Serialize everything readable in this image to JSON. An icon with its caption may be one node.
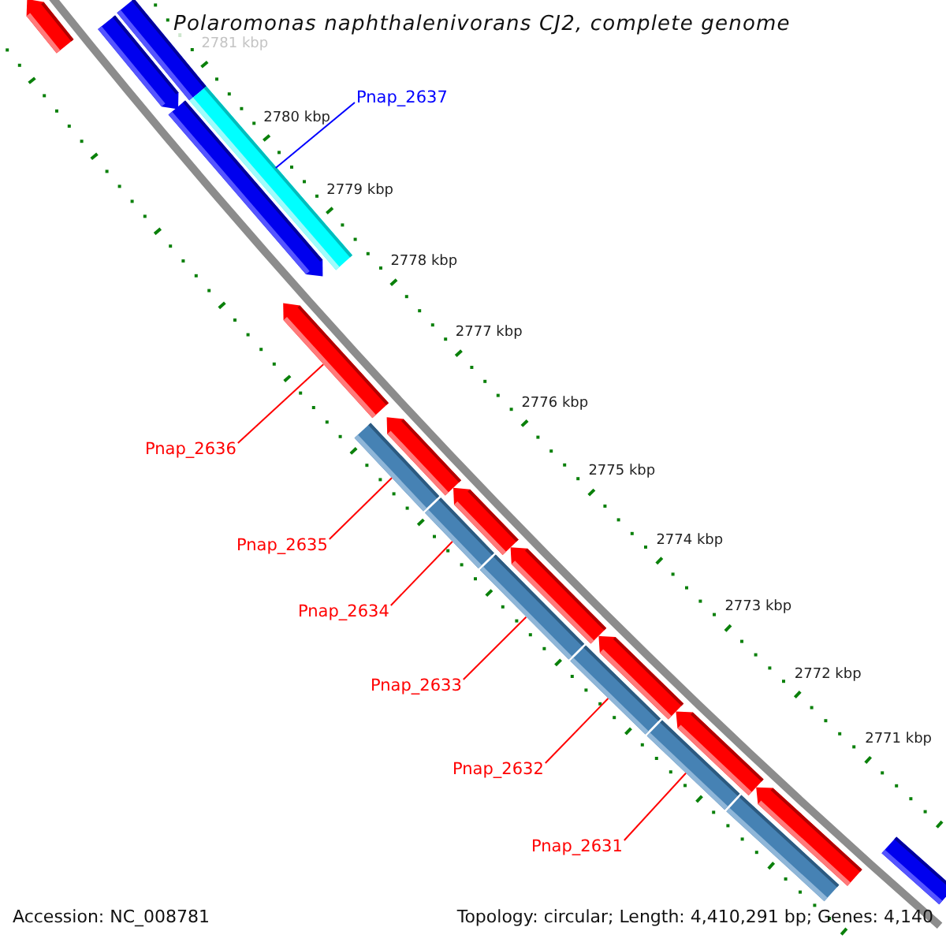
{
  "diagram": {
    "title": "Polaromonas naphthalenivorans CJ2, complete genome",
    "nodes": [
      {
        "text": [
          "Pnap_2637"
        ]
      },
      {
        "text": [],
        "shape": "bar"
      },
      {
        "text": [],
        "shape": "bar"
      },
      {
        "text": [],
        "shape": "bar"
      },
      {
        "text": [],
        "shape": "bar"
      },
      {
        "text": [],
        "shape": "bar"
      },
      {
        "text": [
          "Pnap_2636"
        ]
      },
      {
        "text": [],
        "shape": "bar"
      },
      {
        "text": [],
        "shape": "bar"
      },
      {
        "text": [],
        "shape": "bar"
      },
      {
        "text": [],
        "shape": "bar"
      },
      {
        "text": [],
        "shape": "bar"
      },
      {
        "text": [],
        "shape": "bar"
      },
      {
        "text": [],
        "shape": "bar"
      },
      {
        "text": [
          "Pnap_2635"
        ]
      },
      {
        "text": [],
        "shape": "bar"
      },
      {
        "text": [
          "Pnap_2634"
        ]
      },
      {
        "text": [],
        "shape": "bar"
      },
      {
        "text": [
          "Pnap_2633"
        ]
      },
      {
        "text": [],
        "shape": "bar"
      },
      {
        "text": [
          "Pnap_2632"
        ]
      },
      {
        "text": [],
        "shape": "bar"
      },
      {
        "text": [
          "Pnap_2631"
        ]
      },
      {
        "text": [],
        "shape": "bar"
      },
      {
        "text": [],
        "shape": "bar"
      },
      {
        "text": [],
        "shape": "bar"
      }
    ],
    "edges": [
      {
        "from": 0,
        "to": 5,
        "arrow": "none",
        "color": "#0000ff"
      },
      {
        "from": 6,
        "to": 7,
        "arrow": "none"
      },
      {
        "from": 14,
        "to": 15,
        "arrow": "none"
      },
      {
        "from": 16,
        "to": 17,
        "arrow": "none"
      },
      {
        "from": 18,
        "to": 19,
        "arrow": "none"
      },
      {
        "from": 20,
        "to": 21,
        "arrow": "none"
      },
      {
        "from": 22,
        "to": 23,
        "arrow": "none"
      }
    ],
    "labels": [
      "2781 kbp",
      "2780 kbp",
      "2779 kbp",
      "2778 kbp",
      "2777 kbp",
      "2776 kbp",
      "2775 kbp",
      "2774 kbp",
      "2773 kbp",
      "2772 kbp",
      "2771 kbp",
      "Accession: NC_008781",
      "Topology: circular; Length: 4,410,291 bp; Genes: 4,140"
    ]
  }
}
